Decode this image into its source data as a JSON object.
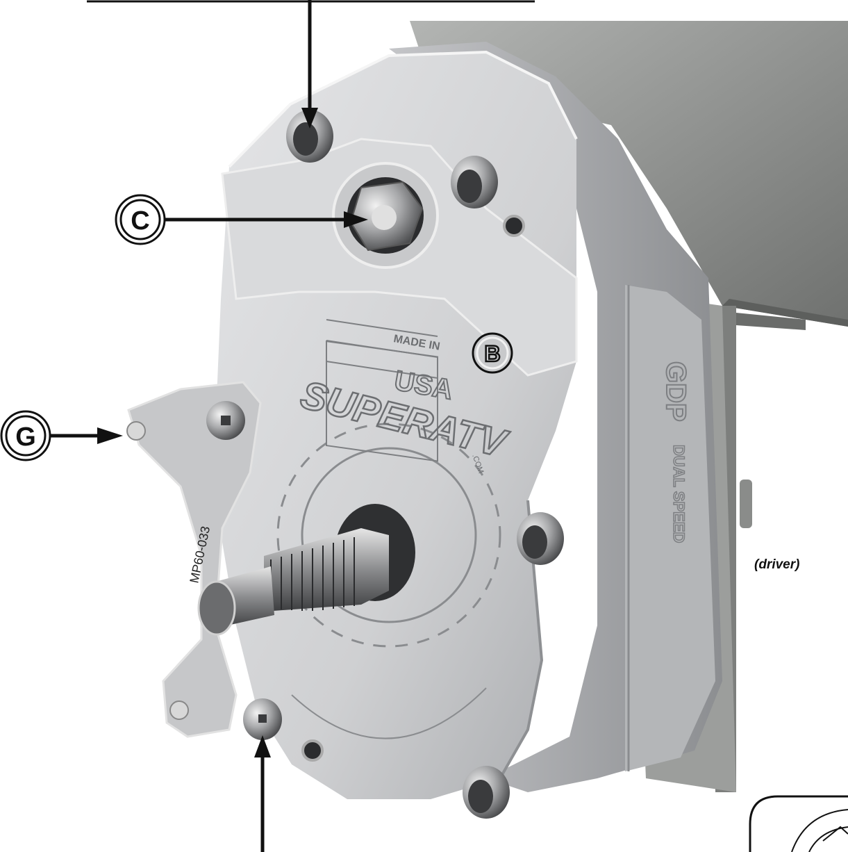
{
  "callouts": {
    "c": "C",
    "b": "B",
    "g": "G"
  },
  "note": "(driver)",
  "casting": {
    "made_in": "MADE IN",
    "usa": "USA",
    "brand": "SUPERATV",
    "brand_suffix": ".COM",
    "part_number": "MP60-033",
    "housing_logo": "GDP",
    "housing_text": "DUAL SPEED"
  },
  "colors": {
    "housing": "#d2d3d5",
    "housing_dark": "#9fa1a4",
    "bracket": "#8f918f",
    "line": "#111111"
  }
}
